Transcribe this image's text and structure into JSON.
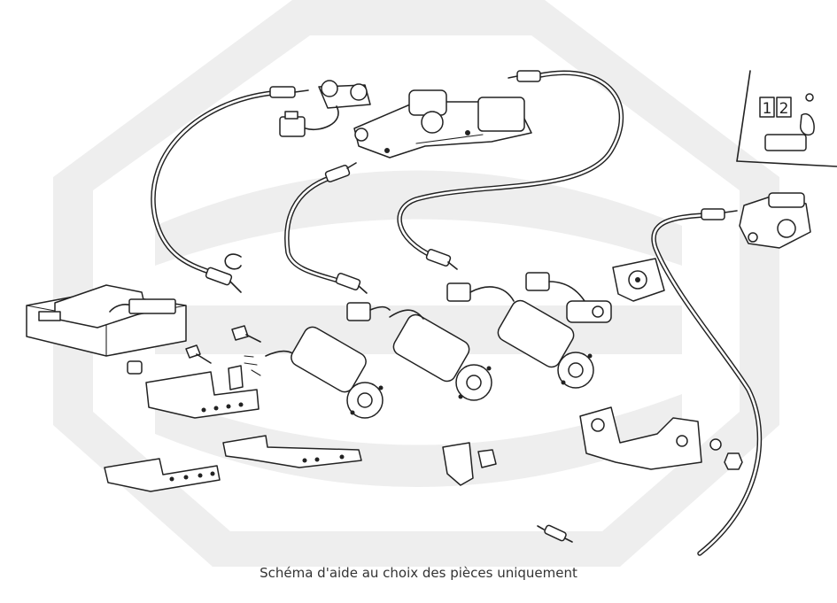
{
  "caption": "Schéma d'aide au choix des pièces uniquement",
  "switch_panel": {
    "digit1": "1",
    "digit2": "2"
  },
  "watermark": "hexagon-logo",
  "colors": {
    "line": "#222222",
    "watermark": "#eeeeee",
    "background": "#ffffff",
    "caption": "#333333"
  }
}
